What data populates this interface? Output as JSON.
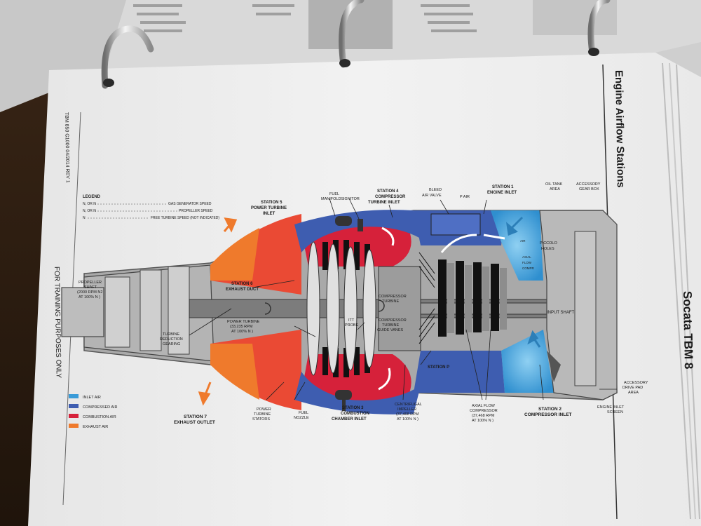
{
  "page": {
    "header_title": "Engine Airflow Stations",
    "side_title": "Socata TBM 8",
    "side_doc": "TBM 850 G1000 04/2014 REV 1",
    "side_footer": "FOR TRAINING PURPOSES ONLY"
  },
  "legend_top": {
    "title": "LEGEND",
    "rows": [
      {
        "key": "N, OR N",
        "desc": "GAS GENERATOR SPEED"
      },
      {
        "key": "N, OR N",
        "desc": "PROPELLER SPEED"
      },
      {
        "key": "N",
        "desc": "FREE TURBINE SPEED (NOT INDICATED)"
      }
    ]
  },
  "legend_colors": [
    {
      "name": "INLET AIR",
      "color": "#3a9bd8"
    },
    {
      "name": "COMPRESSED AIR",
      "color": "#3e5db0"
    },
    {
      "name": "COMBUSTION AIR",
      "color": "#d6213a"
    },
    {
      "name": "EXHAUST AIR",
      "color": "#ef7a2c"
    }
  ],
  "labels": {
    "propeller_shaft": [
      "PROPELLER",
      "SHAFT",
      "(2000 RPM N2",
      "AT 100% N )"
    ],
    "turbine_reduction": [
      "TURBINE",
      "REDUCTION",
      "GEARING"
    ],
    "station6": [
      "STATION 6",
      "EXHAUST DUCT"
    ],
    "station5": [
      "STATION 5",
      "POWER TURBINE",
      "INLET"
    ],
    "fuel_manifolds": [
      "FUEL",
      "MANIFOLDS"
    ],
    "ignitor": "IGNITOR",
    "station4": [
      "STATION 4",
      "COMPRESSOR",
      "TURBINE INLET"
    ],
    "bleed_air_valve": [
      "BLEED",
      "AIR VALVE"
    ],
    "p3_air": "P AIR",
    "station1": [
      "STATION 1",
      "ENGINE INLET"
    ],
    "oil_tank": [
      "OIL TANK",
      "AREA"
    ],
    "accessory_gear_box": [
      "ACCESSORY",
      "GEAR BOX"
    ],
    "piccolo_holes": [
      "PICCOLO",
      "HOLES"
    ],
    "compressor_turbine": [
      "COMPRESSOR",
      "TURBINE"
    ],
    "input_shaft": "INPUT SHAFT",
    "power_turbine": [
      "POWER TURBINE",
      "(33,235 RPM",
      "AT 100% N )"
    ],
    "itt_probe": [
      "ITT",
      "PROBE"
    ],
    "ct_guide_vanes": [
      "COMPRESSOR",
      "TURBINE",
      "GUIDE VANES"
    ],
    "station_p": "STATION P",
    "accessory_drive": [
      "ACCESSORY",
      "DRIVE PAD",
      "AREA"
    ],
    "station7": [
      "STATION 7",
      "EXHAUST OUTLET"
    ],
    "pt_stators": [
      "POWER",
      "TURBINE",
      "STATORS"
    ],
    "fuel_nozzle": [
      "FUEL",
      "NOZZLE"
    ],
    "station3": [
      "STATION 3",
      "COMBUSTION",
      "CHAMBER INLET"
    ],
    "centrifugal": [
      "CENTRIFUGAL",
      "IMPELLER",
      "(37,468 RPM",
      "AT 100% N )"
    ],
    "axial_flow": [
      "AXIAL FLOW",
      "COMPRESSOR",
      "(37,468 RPM",
      "AT 100% N )"
    ],
    "station2": [
      "STATION 2",
      "COMPRESSOR INLET"
    ],
    "engine_inlet_screen": [
      "ENGINE INLET",
      "SCREEN"
    ],
    "axial_flow_comp_small": [
      "AXIAL",
      "FLOW",
      "COMPR"
    ],
    "air_small": "AIR"
  }
}
